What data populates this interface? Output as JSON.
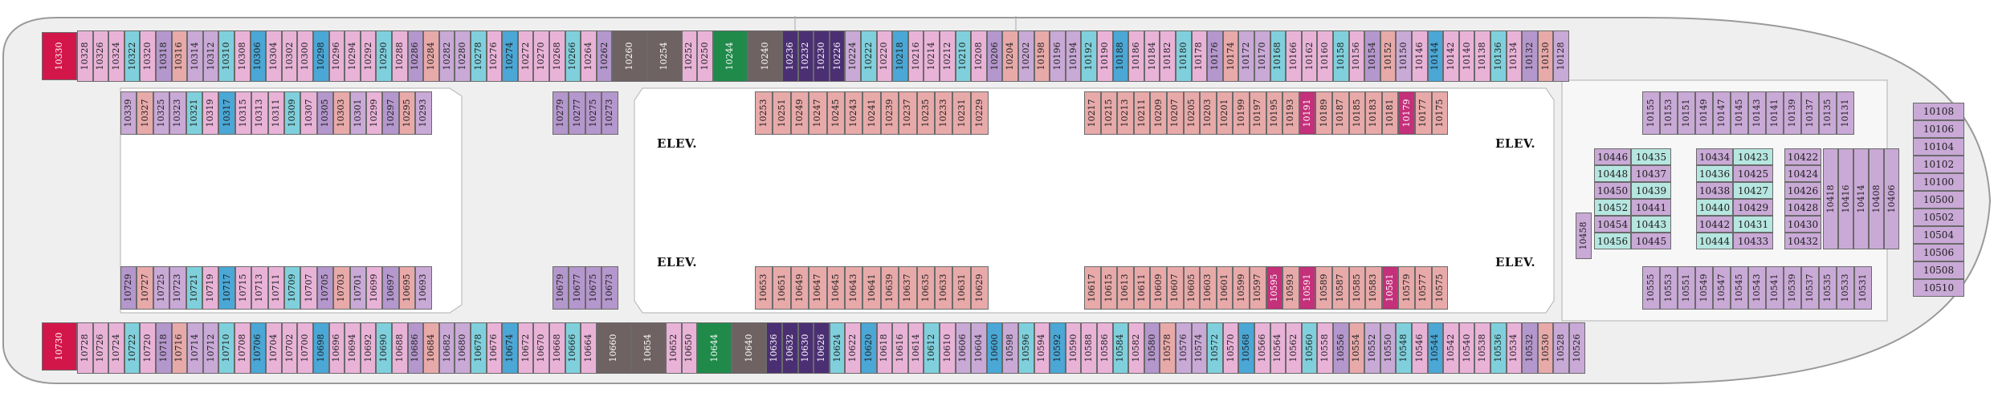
{
  "deck": {
    "elevator_label": "ELEV.",
    "colors": {
      "pink": "#e9b3d8",
      "lilac": "#c9a9d6",
      "purple_light": "#b497cc",
      "aqua": "#7fd0dc",
      "teal_light": "#b6e6e0",
      "salmon": "#e8a9a9",
      "magenta": "#c4307a",
      "suite_red": "#d3164a",
      "dark_purple": "#4b2f73",
      "green": "#1f8a4a",
      "brown": "#6f6263",
      "blue": "#4aa7d6",
      "hull": "#e9e9e9"
    },
    "top_outer": [
      "10328",
      "10326",
      "10324",
      "10322",
      "10320",
      "10318",
      "10316",
      "10314",
      "10312",
      "10310",
      "10308",
      "10306",
      "10304",
      "10302",
      "10300",
      "10298",
      "10296",
      "10294",
      "10292",
      "10290",
      "10288",
      "10286",
      "10284",
      "10282",
      "10280",
      "10278",
      "10276",
      "10274",
      "10272",
      "10270",
      "10268",
      "10266",
      "10264",
      "10262",
      "10260",
      "10254",
      "10252",
      "10250",
      "10244",
      "10240",
      "10236",
      "10232",
      "10230",
      "10226",
      "10224",
      "10222",
      "10220",
      "10218",
      "10216",
      "10214",
      "10212",
      "10210",
      "10208",
      "10206",
      "10204",
      "10202",
      "10198",
      "10196",
      "10194",
      "10192",
      "10190",
      "10188",
      "10186",
      "10184",
      "10182",
      "10180",
      "10178",
      "10176",
      "10174",
      "10172",
      "10170",
      "10168",
      "10166",
      "10162",
      "10160",
      "10158",
      "10156",
      "10154",
      "10152",
      "10150",
      "10146",
      "10144",
      "10142",
      "10140",
      "10138",
      "10136",
      "10134",
      "10132",
      "10130",
      "10128"
    ],
    "bow_top": "10330",
    "bow_bottom": "10730",
    "top_inner_aft": [
      "10339",
      "10327",
      "10325",
      "10323",
      "10321",
      "10319",
      "10317",
      "10315",
      "10313",
      "10311",
      "10309",
      "10307",
      "10305",
      "10303",
      "10301",
      "10299",
      "10297",
      "10295",
      "10293"
    ],
    "top_inner_aft2": [
      "10279",
      "10277",
      "10275",
      "10273"
    ],
    "top_inner_mid": [
      "10253",
      "10251",
      "10249",
      "10247",
      "10245",
      "10243",
      "10241",
      "10239",
      "10237",
      "10235",
      "10233",
      "10231",
      "10229"
    ],
    "top_inner_fwd": [
      "10217",
      "10215",
      "10213",
      "10211",
      "10209",
      "10207",
      "10205",
      "10203",
      "10201",
      "10199",
      "10197",
      "10195",
      "10193",
      "10191",
      "10189",
      "10187",
      "10185",
      "10183",
      "10181",
      "10179",
      "10177",
      "10175"
    ],
    "top_inner_bow": [
      "10155",
      "10153",
      "10151",
      "10149",
      "10147",
      "10145",
      "10143",
      "10141",
      "10139",
      "10137",
      "10135",
      "10131"
    ],
    "bottom_inner_aft": [
      "10729",
      "10727",
      "10725",
      "10723",
      "10721",
      "10719",
      "10717",
      "10715",
      "10713",
      "10711",
      "10709",
      "10707",
      "10705",
      "10703",
      "10701",
      "10699",
      "10697",
      "10695",
      "10693"
    ],
    "bottom_inner_aft2": [
      "10679",
      "10677",
      "10675",
      "10673"
    ],
    "bottom_inner_mid": [
      "10653",
      "10651",
      "10649",
      "10647",
      "10645",
      "10643",
      "10641",
      "10639",
      "10637",
      "10635",
      "10633",
      "10631",
      "10629"
    ],
    "bottom_inner_fwd": [
      "10617",
      "10615",
      "10613",
      "10611",
      "10609",
      "10607",
      "10605",
      "10603",
      "10601",
      "10599",
      "10597",
      "10595",
      "10593",
      "10591",
      "10589",
      "10587",
      "10585",
      "10583",
      "10581",
      "10579",
      "10577",
      "10575"
    ],
    "bottom_inner_bow": [
      "10555",
      "10553",
      "10551",
      "10549",
      "10547",
      "10545",
      "10543",
      "10541",
      "10539",
      "10537",
      "10535",
      "10533",
      "10531"
    ],
    "bottom_outer": [
      "10728",
      "10726",
      "10724",
      "10722",
      "10720",
      "10718",
      "10716",
      "10714",
      "10712",
      "10710",
      "10708",
      "10706",
      "10704",
      "10702",
      "10700",
      "10698",
      "10696",
      "10694",
      "10692",
      "10690",
      "10688",
      "10686",
      "10684",
      "10682",
      "10680",
      "10678",
      "10676",
      "10674",
      "10672",
      "10670",
      "10668",
      "10666",
      "10664",
      "10660",
      "10654",
      "10652",
      "10650",
      "10644",
      "10640",
      "10636",
      "10632",
      "10630",
      "10626",
      "10624",
      "10622",
      "10620",
      "10618",
      "10616",
      "10614",
      "10612",
      "10610",
      "10606",
      "10604",
      "10600",
      "10598",
      "10596",
      "10594",
      "10592",
      "10590",
      "10588",
      "10586",
      "10584",
      "10582",
      "10580",
      "10578",
      "10576",
      "10574",
      "10572",
      "10570",
      "10568",
      "10566",
      "10564",
      "10562",
      "10560",
      "10558",
      "10556",
      "10554",
      "10552",
      "10550",
      "10548",
      "10546",
      "10544",
      "10542",
      "10540",
      "10538",
      "10536",
      "10534",
      "10532",
      "10530",
      "10528",
      "10526"
    ],
    "center_block_a": [
      [
        "10446",
        "10435"
      ],
      [
        "10448",
        "10437"
      ],
      [
        "10450",
        "10439"
      ],
      [
        "10452",
        "10441"
      ],
      [
        "10454",
        "10443"
      ],
      [
        "10456",
        "10445"
      ]
    ],
    "center_block_b": [
      [
        "10434",
        "10423"
      ],
      [
        "10436",
        "10425"
      ],
      [
        "10438",
        "10427"
      ],
      [
        "10440",
        "10429"
      ],
      [
        "10442",
        "10431"
      ],
      [
        "10444",
        "10433"
      ]
    ],
    "center_block_c": [
      "10422",
      "10424",
      "10426",
      "10428",
      "10430",
      "10432"
    ],
    "center_vertical": [
      "10418",
      "10416",
      "10414",
      "10408",
      "10406"
    ],
    "center_side": "10458",
    "bow_right_stack": [
      "10108",
      "10106",
      "10104",
      "10102",
      "10100",
      "10500",
      "10502",
      "10504",
      "10506",
      "10508",
      "10510"
    ]
  }
}
